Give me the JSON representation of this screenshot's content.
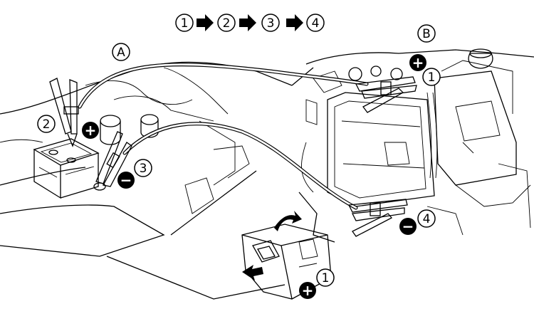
{
  "sequence": {
    "steps": [
      "1",
      "2",
      "3",
      "4"
    ]
  },
  "labels": {
    "vehicle_a": "A",
    "vehicle_b": "B",
    "step_a_positive": "2",
    "step_a_negative": "3",
    "step_b_positive": "1",
    "step_b_negative": "4",
    "step_fusebox_positive": "1"
  },
  "symbols": {
    "positive": "+",
    "negative": "−"
  },
  "colors": {
    "line": "#000000",
    "background": "#ffffff"
  }
}
